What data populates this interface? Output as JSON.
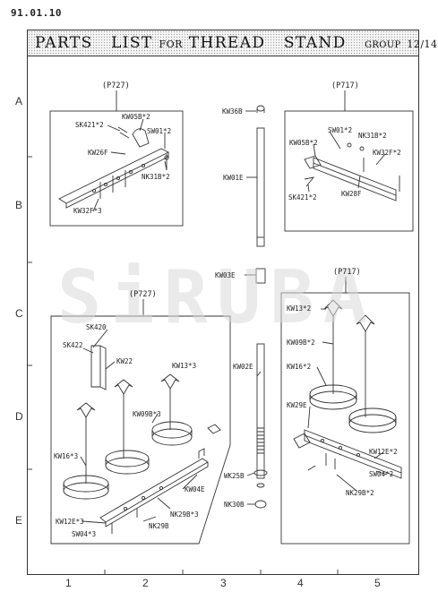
{
  "header": {
    "date": "91.01.10",
    "title_word1": "PARTS",
    "title_word2": "LIST",
    "title_for": "FOR",
    "title_word3": "THREAD",
    "title_word4": "STAND",
    "group_word": "GROUP",
    "group_number": "12/14"
  },
  "grid": {
    "rows": [
      "A",
      "B",
      "C",
      "D",
      "E"
    ],
    "columns": [
      "1",
      "2",
      "3",
      "4",
      "5"
    ]
  },
  "watermark": {
    "text": "SiRUBA"
  },
  "panels": {
    "top_left": {
      "ref": "(P727)",
      "labels": [
        "SK421*2",
        "KW05B*2",
        "SW01*2",
        "KW26F",
        "NK31B*2",
        "KW32F*3"
      ]
    },
    "top_right": {
      "ref": "(P717)",
      "labels": [
        "SW01*2",
        "NK31B*2",
        "KW05B*2",
        "KW32F*2",
        "SK421*2",
        "KW28F"
      ]
    },
    "center": {
      "labels": [
        "KW36B",
        "KW01E",
        "KW03E",
        "KW02E",
        "WK25B",
        "NK30B"
      ]
    },
    "bottom_left": {
      "ref": "(P727)",
      "labels": [
        "SK420",
        "SK422",
        "KW22",
        "KW13*3",
        "KW09B*3",
        "KW16*3",
        "KW12E*3",
        "KW04E",
        "SW04*3",
        "NK29B*3",
        "NK29B"
      ]
    },
    "bottom_right": {
      "ref": "(P717)",
      "labels": [
        "KW13*2",
        "KW09B*2",
        "KW16*2",
        "KW29E",
        "KW12E*2",
        "SW04*2",
        "NK29B*2"
      ]
    }
  }
}
